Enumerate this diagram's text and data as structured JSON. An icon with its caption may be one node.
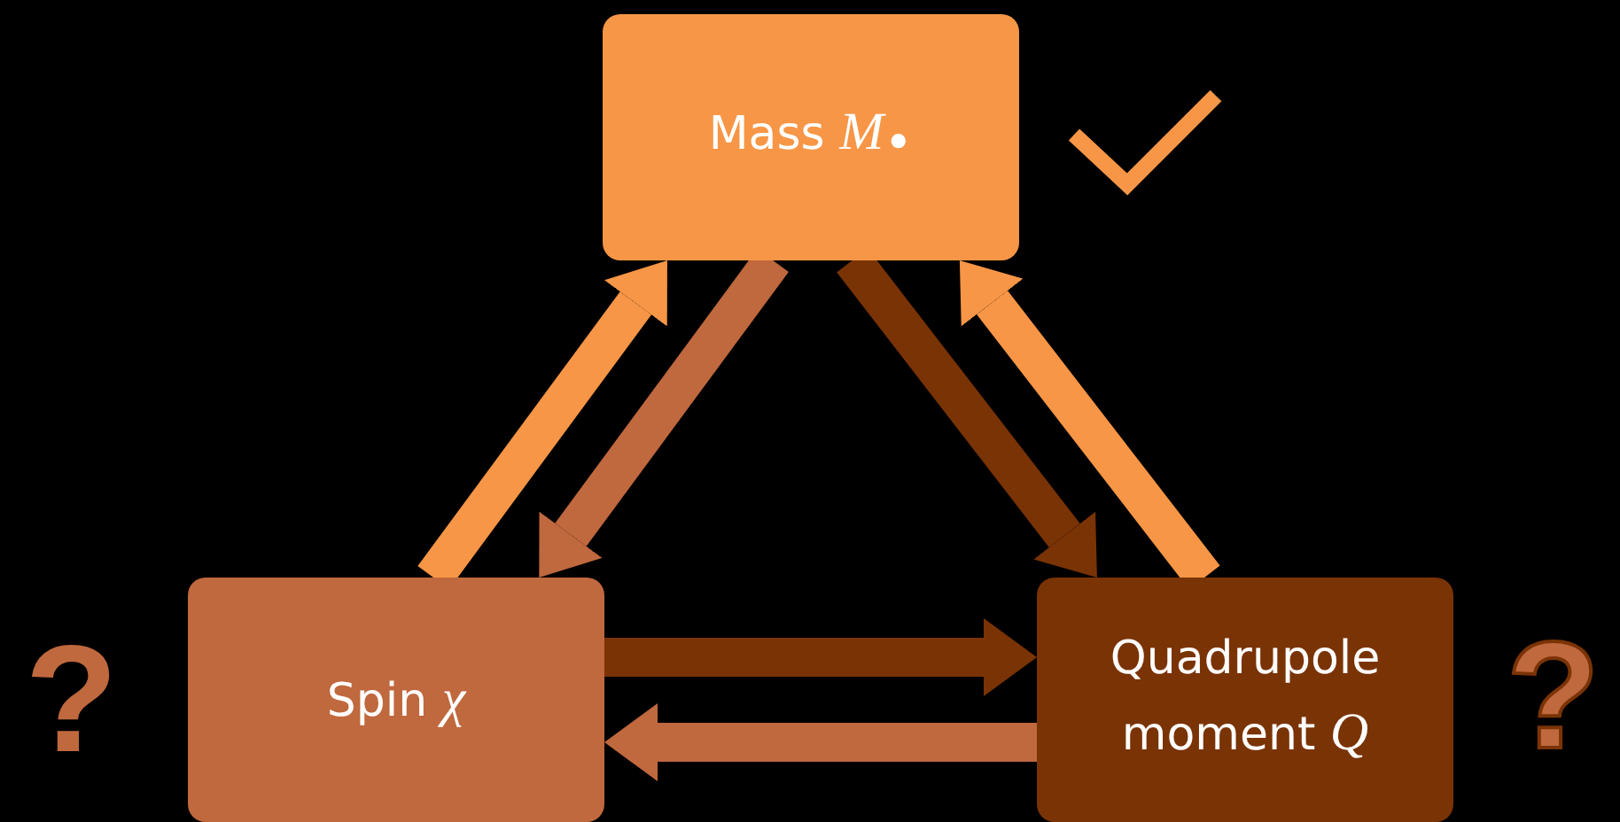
{
  "diagram": {
    "nodes": [
      {
        "text": [
          "Mass *M*$_{•}$"
        ]
      },
      {
        "text": [
          "Spin *χ*"
        ],
        "beside": [
          "?"
        ]
      },
      {
        "text": [
          "Quadrupole moment *Q*"
        ],
        "beside": [
          "?"
        ]
      }
    ],
    "edges": [
      {
        "from": 1,
        "to": 0,
        "arrow": "to",
        "color": "#f79646"
      },
      {
        "from": 0,
        "to": 1,
        "arrow": "to",
        "color": "#c0683e"
      },
      {
        "from": 0,
        "to": 2,
        "arrow": "to",
        "color": "#7a3305"
      },
      {
        "from": 2,
        "to": 0,
        "arrow": "to",
        "color": "#f79646"
      },
      {
        "from": 1,
        "to": 2,
        "arrow": "to",
        "color": "#7a3305"
      },
      {
        "from": 2,
        "to": 1,
        "arrow": "to",
        "color": "#c0683e"
      }
    ]
  }
}
